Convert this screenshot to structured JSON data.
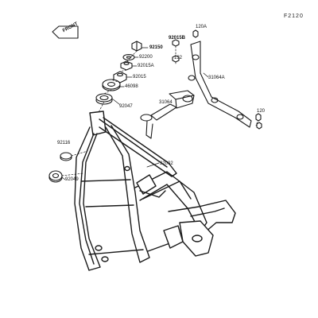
{
  "figure": {
    "ref_code": "F2120",
    "front_label": "FRONT"
  },
  "parts": [
    {
      "id": "p92150",
      "number": "92150"
    },
    {
      "id": "p92200",
      "number": "92200"
    },
    {
      "id": "p92015a",
      "number": "92015A"
    },
    {
      "id": "p92015",
      "number": "92015"
    },
    {
      "id": "p46098",
      "number": "46098"
    },
    {
      "id": "p92047",
      "number": "92047"
    },
    {
      "id": "p92116",
      "number": "92116"
    },
    {
      "id": "p92049",
      "number": "92049"
    },
    {
      "id": "p32002",
      "number": "32002"
    },
    {
      "id": "p92015b",
      "number": "92015B"
    },
    {
      "id": "p120a",
      "number": "120A"
    },
    {
      "id": "p132",
      "number": "132"
    },
    {
      "id": "p31064a",
      "number": "31064A"
    },
    {
      "id": "p31064",
      "number": "31064"
    },
    {
      "id": "p120",
      "number": "120"
    }
  ],
  "palette": {
    "line": "#1a1a1a",
    "background": "#ffffff"
  }
}
